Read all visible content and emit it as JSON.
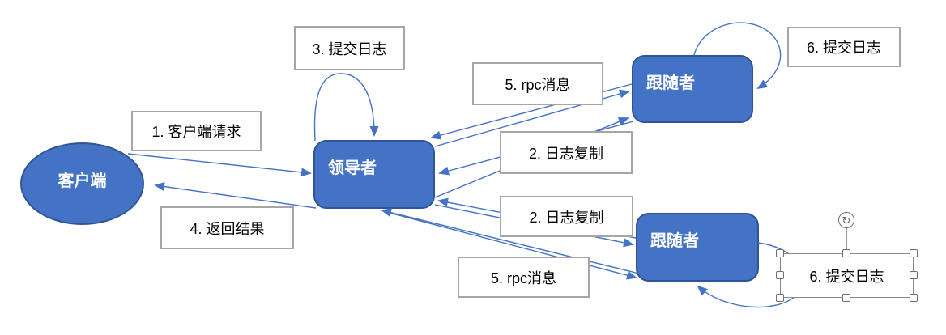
{
  "diagram": {
    "nodes": {
      "client": {
        "label": "客户端"
      },
      "leader": {
        "label": "领导者"
      },
      "follower_top": {
        "label": "跟随者"
      },
      "follower_bottom": {
        "label": "跟随者"
      }
    },
    "labels": {
      "step1": "1. 客户端请求",
      "step2_top": "2. 日志复制",
      "step2_bottom": "2. 日志复制",
      "step3": "3. 提交日志",
      "step4": "4. 返回结果",
      "step5_top": "5. rpc消息",
      "step5_bottom": "5. rpc消息",
      "step6_top": "6. 提交日志",
      "step6_selected": "6. 提交日志"
    },
    "selection": {
      "rotate_icon": "↻"
    },
    "colors": {
      "node_fill": "#4472C4",
      "node_border": "#2F5597",
      "connector": "#4472C4",
      "label_border": "#A6A6A6",
      "selection_border": "#8a8a8a"
    }
  }
}
